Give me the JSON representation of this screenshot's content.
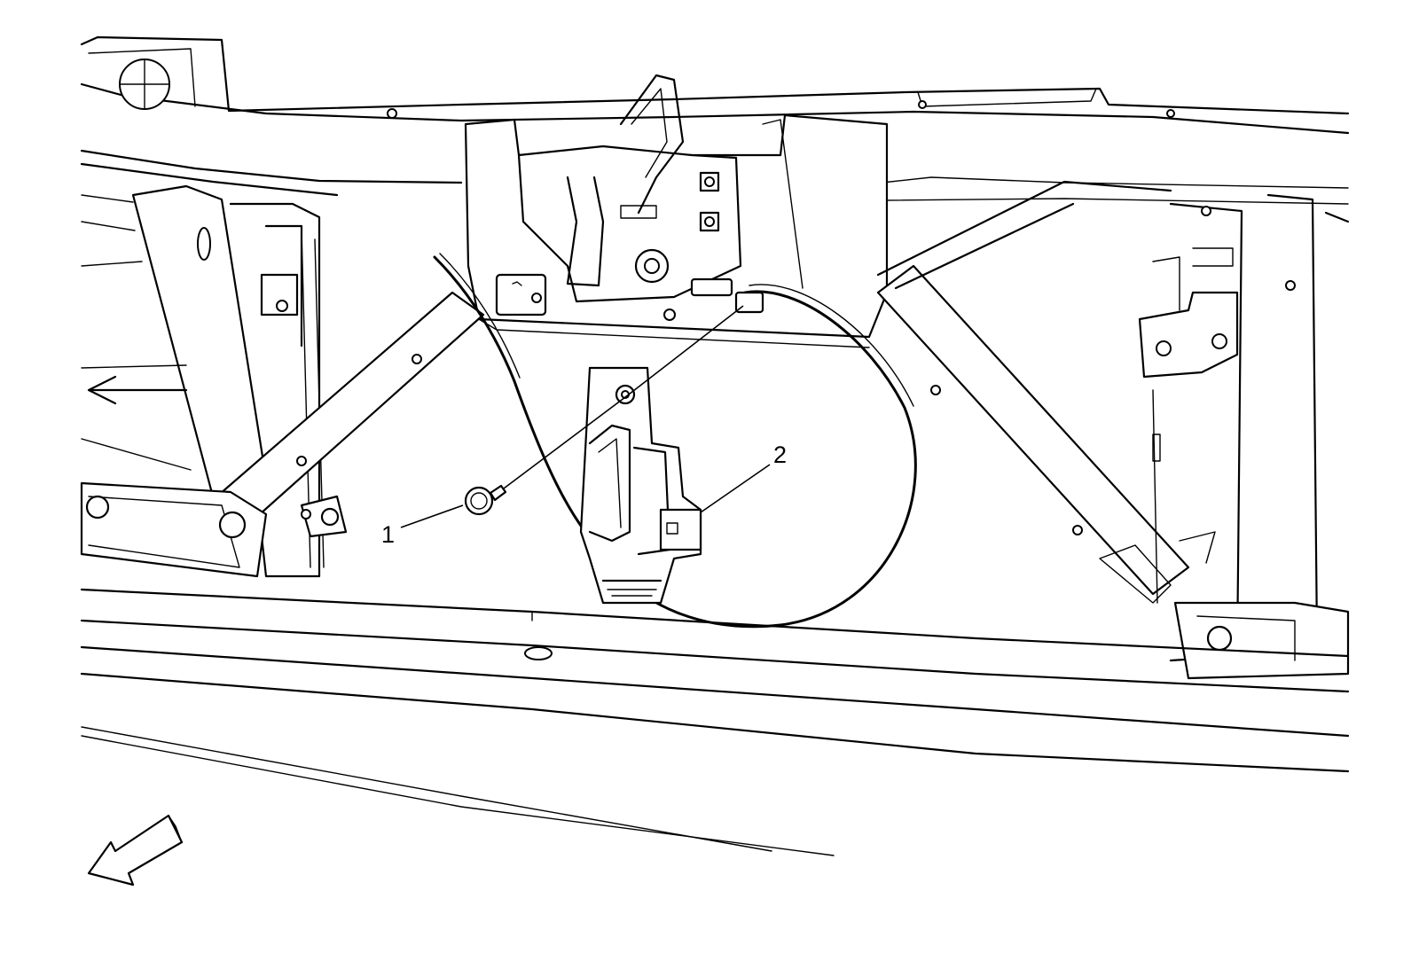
{
  "diagram": {
    "callouts": [
      {
        "id": "1",
        "label": "1"
      },
      {
        "id": "2",
        "label": "2"
      }
    ],
    "colors": {
      "line": "#000000",
      "background": "#ffffff"
    },
    "icons": {
      "direction_arrow": "forward-direction-arrow-icon"
    }
  }
}
